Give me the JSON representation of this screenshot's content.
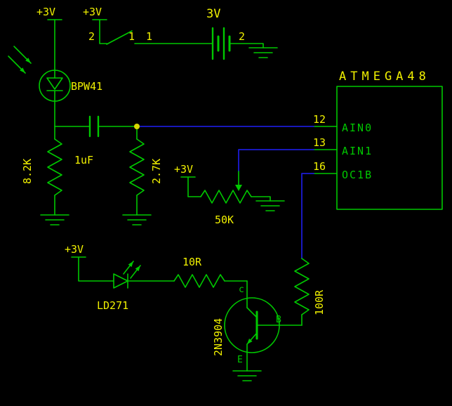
{
  "colors": {
    "bg": "#000000",
    "trace": "#00c800",
    "label": "#f0f000",
    "net": "#1b1bd4",
    "junction": "#d8d800"
  },
  "schematic": {
    "supplies": {
      "photodiode": "+3V",
      "switch": "+3V",
      "pot": "+3V",
      "led": "+3V"
    },
    "photodiode": {
      "name": "BPW41"
    },
    "capacitor": {
      "value": "1uF"
    },
    "resistor_r1": {
      "value": "8.2K"
    },
    "resistor_r2": {
      "value": "2.7K"
    },
    "pot": {
      "value": "50K"
    },
    "resistor_r3": {
      "value": "10R"
    },
    "resistor_r4": {
      "value": "100R"
    },
    "led": {
      "name": "LD271"
    },
    "transistor": {
      "name": "2N3904",
      "collector": "c",
      "base": "B",
      "emitter": "E"
    },
    "battery": {
      "value": "3V",
      "pin1": "1",
      "pin2": "2"
    },
    "switch": {
      "pin1": "1",
      "pin2": "2"
    },
    "ic": {
      "name": "ATMEGA48",
      "pins": [
        {
          "number": "12",
          "name": "AIN0"
        },
        {
          "number": "13",
          "name": "AIN1"
        },
        {
          "number": "16",
          "name": "OC1B"
        }
      ]
    }
  }
}
